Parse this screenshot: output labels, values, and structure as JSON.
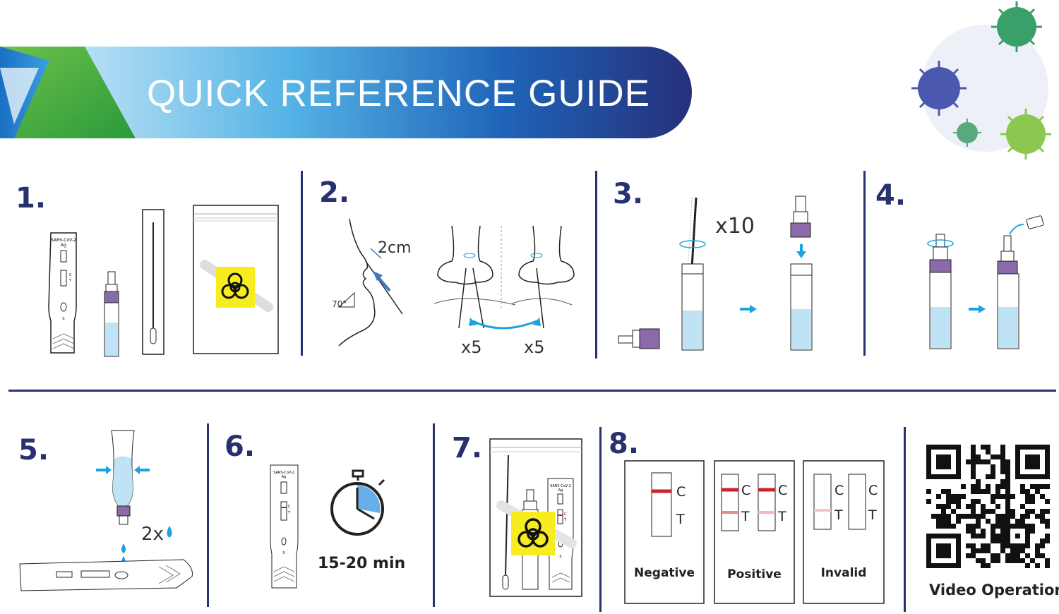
{
  "header": {
    "title": "QUICK REFERENCE GUIDE"
  },
  "steps": [
    {
      "number": "1."
    },
    {
      "number": "2.",
      "depth": "2cm",
      "angle": "70°",
      "rotations_left": "x5",
      "rotations_right": "x5"
    },
    {
      "number": "3.",
      "stir_count": "x10"
    },
    {
      "number": "4."
    },
    {
      "number": "5.",
      "drops": "2x"
    },
    {
      "number": "6.",
      "wait_time": "15-20 min"
    },
    {
      "number": "7."
    },
    {
      "number": "8."
    }
  ],
  "cassette": {
    "brand": "SARS-CoV-2",
    "sub": "Ag",
    "c_mark": "C",
    "t_mark": "T",
    "s_mark": "S"
  },
  "results": {
    "c_label": "C",
    "t_label": "T",
    "negative": "Negative",
    "positive": "Positive",
    "invalid": "Invalid"
  },
  "qr": {
    "label": "Video Operation"
  },
  "colors": {
    "navy": "#28306e",
    "accent_blue": "#1aa3de",
    "red_line": "#c8242b",
    "hazard_yellow": "#f7ec1f",
    "purple_cap": "#8a6aa8"
  }
}
